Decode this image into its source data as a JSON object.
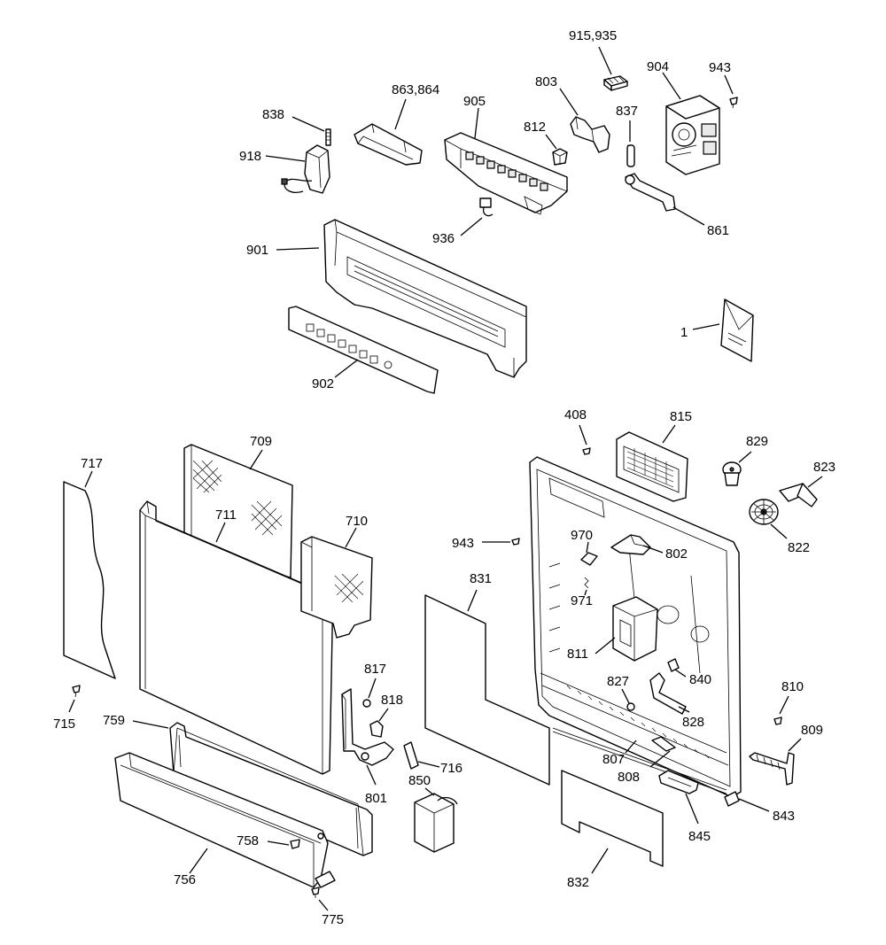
{
  "diagram": {
    "labels": {
      "l915": "915,935",
      "l904": "904",
      "l943a": "943",
      "l803": "803",
      "l863": "863,864",
      "l905": "905",
      "l837": "837",
      "l838": "838",
      "l812": "812",
      "l918": "918",
      "l936": "936",
      "l861": "861",
      "l901": "901",
      "l1": "1",
      "l902": "902",
      "l408": "408",
      "l815": "815",
      "l709": "709",
      "l829": "829",
      "l717": "717",
      "l823": "823",
      "l711": "711",
      "l710": "710",
      "l943b": "943",
      "l970": "970",
      "l802": "802",
      "l822": "822",
      "l831": "831",
      "l971": "971",
      "l811": "811",
      "l817": "817",
      "l827": "827",
      "l840": "840",
      "l810": "810",
      "l818": "818",
      "l715": "715",
      "l828": "828",
      "l759": "759",
      "l809": "809",
      "l716": "716",
      "l807": "807",
      "l808": "808",
      "l850": "850",
      "l801": "801",
      "l843": "843",
      "l758": "758",
      "l845": "845",
      "l756": "756",
      "l832": "832",
      "l775": "775"
    }
  }
}
